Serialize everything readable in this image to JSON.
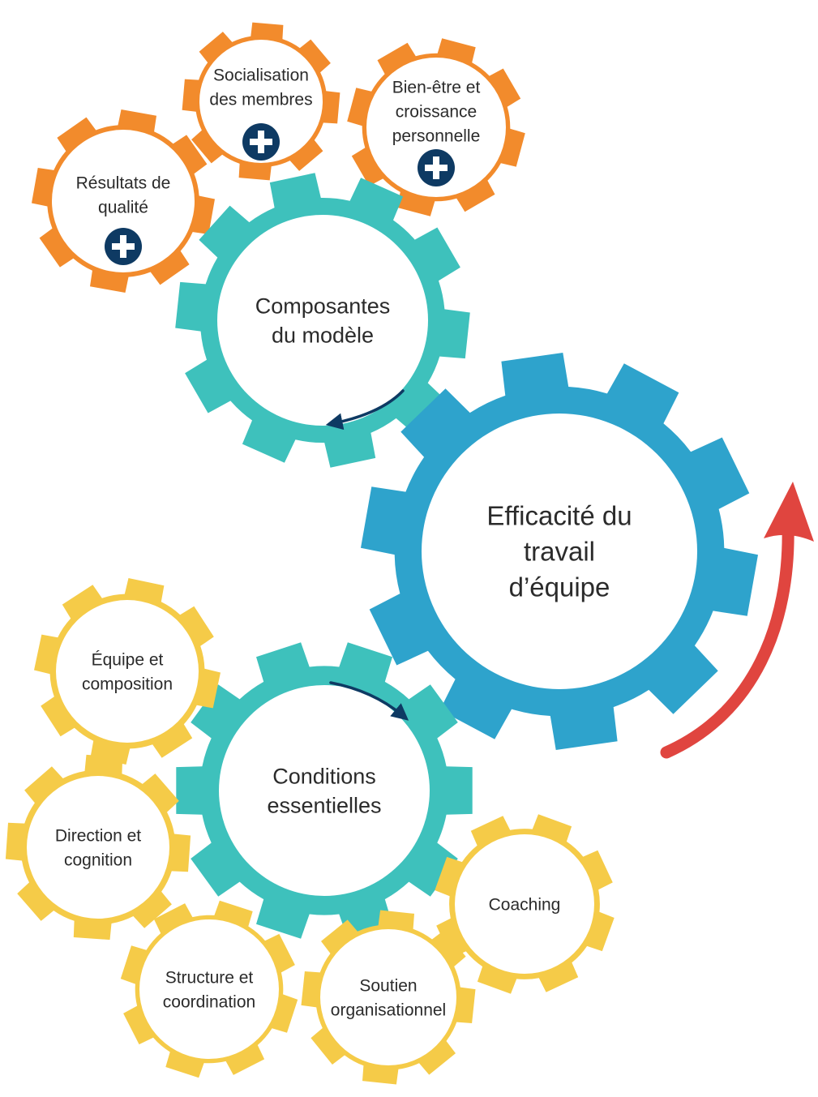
{
  "colors": {
    "orange": "#F28B2C",
    "teal": "#3EC1BC",
    "blue": "#2EA3CC",
    "yellow": "#F5CB48",
    "navy": "#0E3A63",
    "red": "#E0453F",
    "inner": "#FFFFFF"
  },
  "gears": [
    {
      "id": "resultats-de-qualite",
      "kind": "outcome",
      "color": "orange",
      "lines": [
        "Résultats de",
        "qualité"
      ],
      "badge": "plus-icon"
    },
    {
      "id": "socialisation-des-membres",
      "kind": "outcome",
      "color": "orange",
      "lines": [
        "Socialisation",
        "des membres"
      ],
      "badge": "plus-icon"
    },
    {
      "id": "bien-etre-et-croissance-personnelle",
      "kind": "outcome",
      "color": "orange",
      "lines": [
        "Bien-être et",
        "croissance",
        "personnelle"
      ],
      "badge": "plus-icon"
    },
    {
      "id": "composantes-du-modele",
      "kind": "component",
      "color": "teal",
      "lines": [
        "Composantes",
        "du modèle"
      ]
    },
    {
      "id": "efficacite-du-travail-dequipe",
      "kind": "central",
      "color": "blue",
      "lines": [
        "Efficacité du",
        "travail",
        "d’équipe"
      ]
    },
    {
      "id": "conditions-essentielles",
      "kind": "component",
      "color": "teal",
      "lines": [
        "Conditions",
        "essentielles"
      ]
    },
    {
      "id": "equipe-et-composition",
      "kind": "condition",
      "color": "yellow",
      "lines": [
        "Équipe et",
        "composition"
      ]
    },
    {
      "id": "direction-et-cognition",
      "kind": "condition",
      "color": "yellow",
      "lines": [
        "Direction et",
        "cognition"
      ]
    },
    {
      "id": "structure-et-coordination",
      "kind": "condition",
      "color": "yellow",
      "lines": [
        "Structure et",
        "coordination"
      ]
    },
    {
      "id": "soutien-organisationnel",
      "kind": "condition",
      "color": "yellow",
      "lines": [
        "Soutien",
        "organisationnel"
      ]
    },
    {
      "id": "coaching",
      "kind": "condition",
      "color": "yellow",
      "lines": [
        "Coaching"
      ]
    }
  ],
  "arrows": [
    {
      "id": "rotation-arrow-composantes",
      "color": "navy"
    },
    {
      "id": "rotation-arrow-conditions",
      "color": "navy"
    },
    {
      "id": "rotation-arrow-efficacite",
      "color": "red"
    }
  ]
}
